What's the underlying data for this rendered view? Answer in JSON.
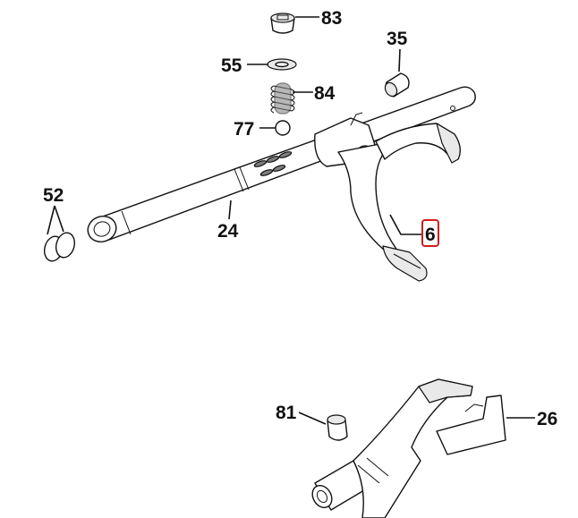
{
  "colors": {
    "highlight": "#cc1f1f",
    "ink": "#111111",
    "shade": "#e9e9e9"
  },
  "callouts": {
    "p83": "83",
    "p35": "35",
    "p55": "55",
    "p84": "84",
    "p77": "77",
    "p52": "52",
    "p24": "24",
    "p6": "6",
    "p81": "81",
    "p26": "26"
  }
}
